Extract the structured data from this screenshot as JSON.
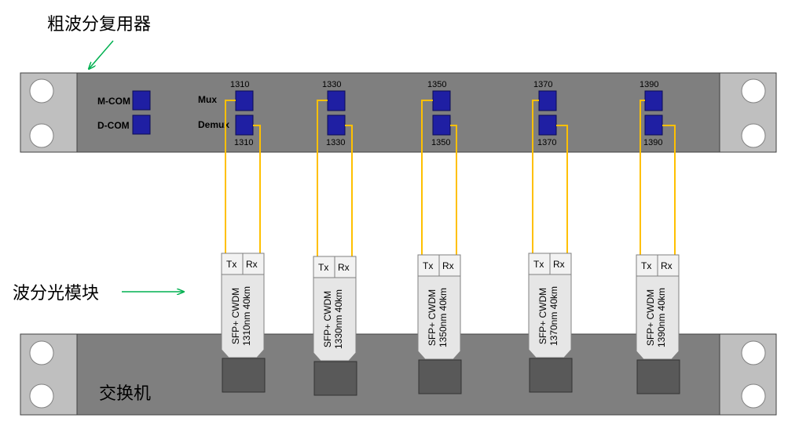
{
  "labels": {
    "mux_device": "粗波分复用器",
    "module": "波分光模块",
    "switch": "交换机"
  },
  "mux_panel": {
    "m_com": "M-COM",
    "d_com": "D-COM",
    "mux": "Mux",
    "demux": "Demux"
  },
  "channels": [
    {
      "wavelength": "1310",
      "tx": "Tx",
      "rx": "Rx",
      "module_line1": "SFP+ CWDM",
      "module_line2": "1310nm 40km"
    },
    {
      "wavelength": "1330",
      "tx": "Tx",
      "rx": "Rx",
      "module_line1": "SFP+ CWDM",
      "module_line2": "1330nm 40km"
    },
    {
      "wavelength": "1350",
      "tx": "Tx",
      "rx": "Rx",
      "module_line1": "SFP+ CWDM",
      "module_line2": "1350nm 40km"
    },
    {
      "wavelength": "1370",
      "tx": "Tx",
      "rx": "Rx",
      "module_line1": "SFP+ CWDM",
      "module_line2": "1370nm 40km"
    },
    {
      "wavelength": "1390",
      "tx": "Tx",
      "rx": "Rx",
      "module_line1": "SFP+ CWDM",
      "module_line2": "1390nm 40km"
    }
  ],
  "colors": {
    "chassis": "#7f7f7f",
    "ear": "#bfbfbf",
    "port": "#1f1fa3",
    "fiber": "#ffc000",
    "arrow": "#00b050",
    "module": "#e6e6e6",
    "cage": "#595959"
  }
}
